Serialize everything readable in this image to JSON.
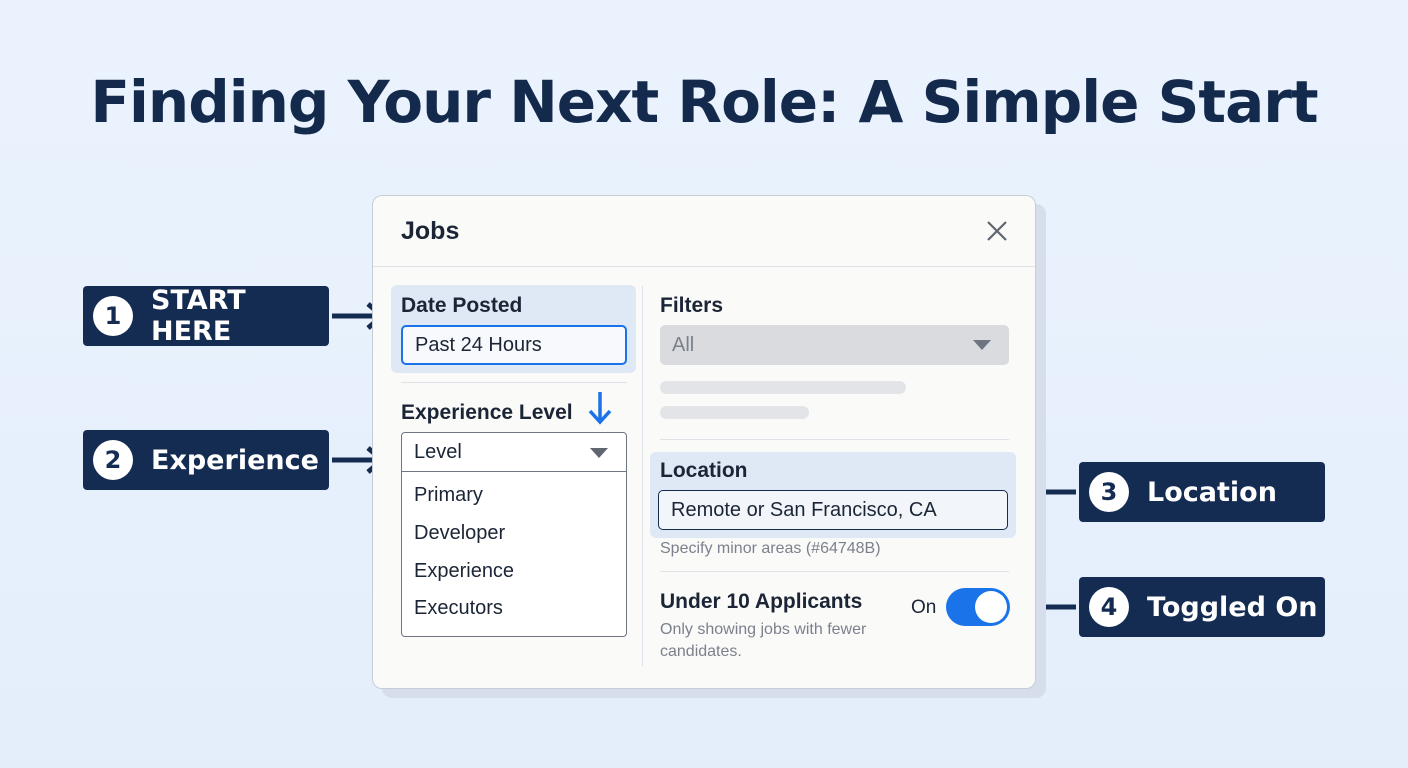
{
  "title": "Finding Your Next Role: A Simple Start",
  "callouts": [
    {
      "num": "1",
      "label": "START HERE"
    },
    {
      "num": "2",
      "label": "Experience"
    },
    {
      "num": "3",
      "label": "Location"
    },
    {
      "num": "4",
      "label": "Toggled On"
    }
  ],
  "dialog": {
    "title": "Jobs",
    "date_posted": {
      "label": "Date Posted",
      "value": "Past 24 Hours"
    },
    "experience": {
      "label": "Experience Level",
      "selected": "Level",
      "options": [
        "Primary",
        "Developer",
        "Experience",
        "Executors"
      ]
    },
    "filters": {
      "label": "Filters",
      "selected": "All"
    },
    "location": {
      "label": "Location",
      "value": "Remote or San Francisco, CA",
      "hint": "Specify minor areas (#64748B)"
    },
    "applicants": {
      "label": "Under 10 Applicants",
      "description_line1": "Only showing jobs with fewer",
      "description_line2": "candidates.",
      "toggle_label": "On"
    }
  },
  "colors": {
    "navy": "#152c52",
    "accent": "#1a73e8",
    "highlight": "#dfe9f5"
  }
}
